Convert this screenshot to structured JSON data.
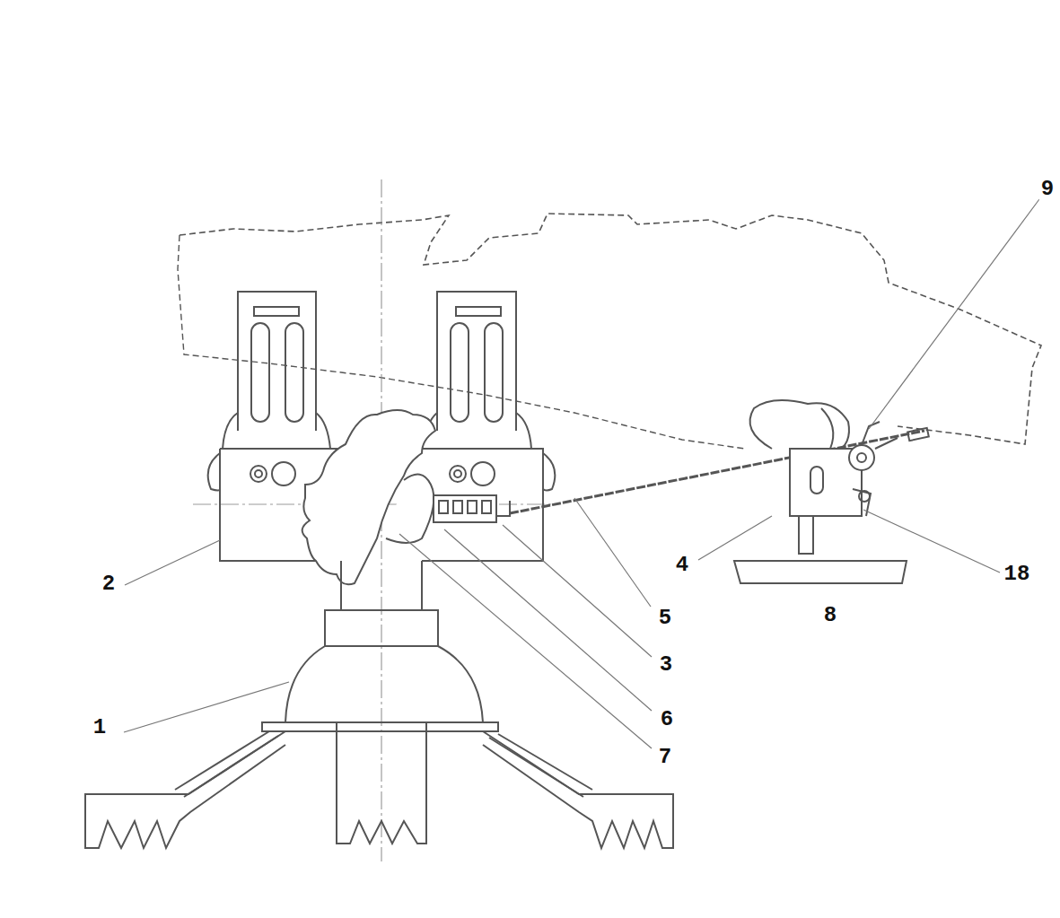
{
  "diagram": {
    "labels": [
      "9",
      "4",
      "18",
      "2",
      "8",
      "5",
      "3",
      "6",
      "1",
      "7"
    ]
  }
}
